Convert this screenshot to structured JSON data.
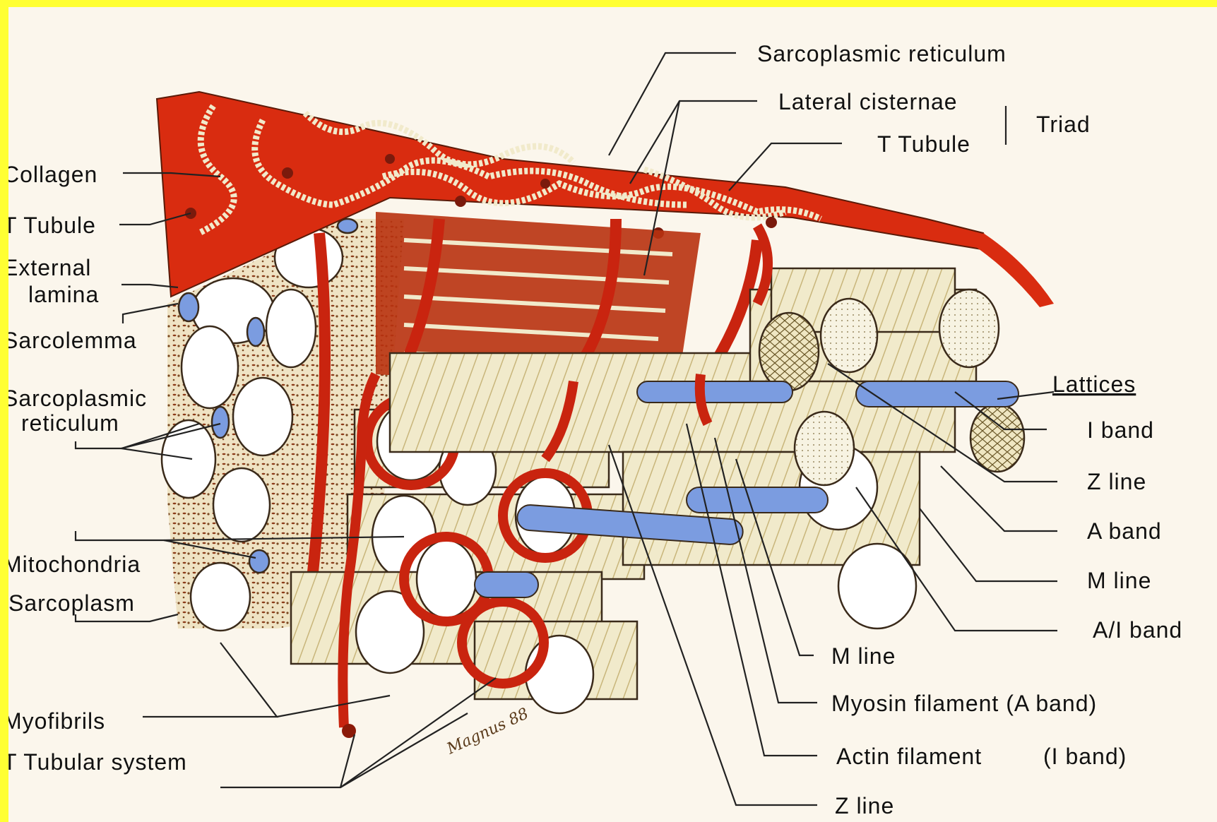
{
  "colors": {
    "border": "#ffff33",
    "paper": "#fbf6ec",
    "membrane": "#d92c10",
    "tubule": "#c9240f",
    "fibril": "#f1eacb",
    "stripe": "#c8b57a",
    "blue": "#7b9ce0",
    "label": "#111111"
  },
  "labels": {
    "sr_top": "Sarcoplasmic reticulum",
    "lateral_cisternae": "Lateral cisternae",
    "triad": "Triad",
    "t_tubule_top": "T Tubule",
    "collagen": "Collagen",
    "t_tubule_left": "T Tubule",
    "external_lamina": [
      "External",
      "lamina"
    ],
    "sarcolemma": "Sarcolemma",
    "sr_left": [
      "Sarcoplasmic",
      "reticulum"
    ],
    "mitochondria": "Mitochondria",
    "sarcoplasm": "Sarcoplasm",
    "myofibrils": "Myofibrils",
    "t_tubular_system": "T Tubular system",
    "lattices": "Lattices",
    "i_band": "I band",
    "z_line_right": "Z line",
    "a_band": "A band",
    "m_line_right": "M line",
    "ai_band": "A/I band",
    "m_line_bottom": "M line",
    "myosin_filament": "Myosin filament (A band)",
    "actin_filament": "Actin filament",
    "actin_band": "(I band)",
    "z_line_bottom": "Z line",
    "signature": "Magnus 88"
  }
}
